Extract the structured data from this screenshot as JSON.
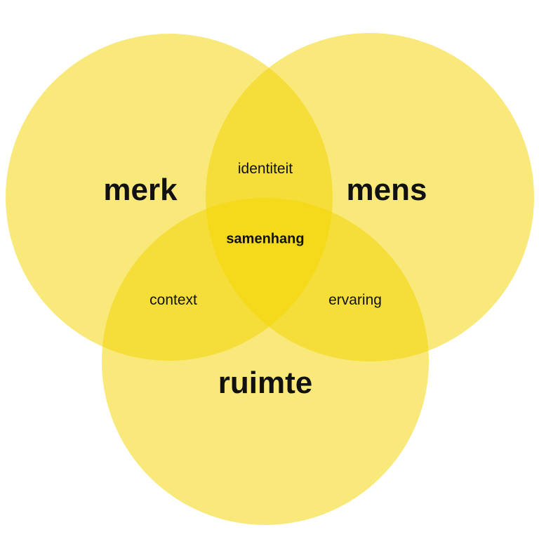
{
  "diagram": {
    "type": "venn",
    "colors": {
      "circle": "#F4D400"
    },
    "sets": [
      {
        "label": "merk"
      },
      {
        "label": "mens"
      },
      {
        "label": "ruimte"
      }
    ],
    "intersections": {
      "merk_mens": "identiteit",
      "merk_ruimte": "context",
      "mens_ruimte": "ervaring",
      "all": "samenhang"
    }
  }
}
